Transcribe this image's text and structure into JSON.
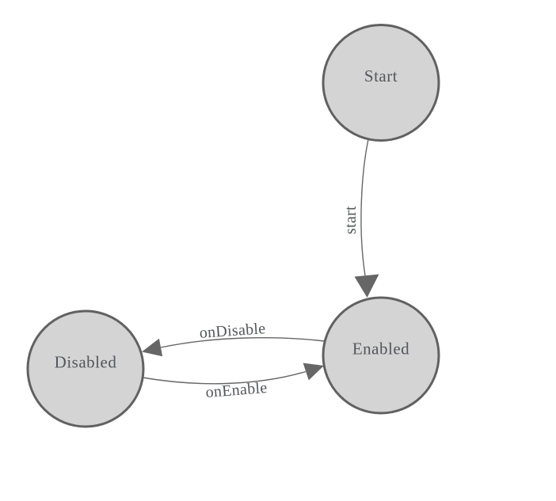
{
  "diagram": {
    "type": "state-machine",
    "colors": {
      "background": "#ffffff",
      "node_fill": "#d4d4d4",
      "node_stroke": "#616161",
      "edge_stroke": "#666666",
      "arrow_fill": "#666666",
      "text_color": "#53565b"
    },
    "nodes": [
      {
        "id": "start",
        "label": "Start"
      },
      {
        "id": "enabled",
        "label": "Enabled"
      },
      {
        "id": "disabled",
        "label": "Disabled"
      }
    ],
    "edges": [
      {
        "from": "Start",
        "to": "Enabled",
        "label": "start"
      },
      {
        "from": "Enabled",
        "to": "Disabled",
        "label": "onDisable"
      },
      {
        "from": "Disabled",
        "to": "Enabled",
        "label": "onEnable"
      }
    ]
  }
}
